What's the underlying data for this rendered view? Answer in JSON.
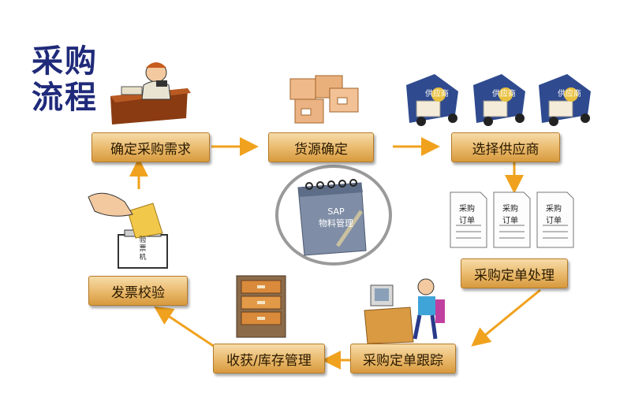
{
  "title": {
    "line1": "采购",
    "line2": "流程"
  },
  "steps": {
    "requirement": "确定采购需求",
    "source": "货源确定",
    "vendor": "选择供应商",
    "order_process": "采购定单处理",
    "order_track": "采购定单跟踪",
    "receive": "收获/库存管理",
    "invoice": "发票校验"
  },
  "center": {
    "line1": "SAP",
    "line2": "物料管理"
  },
  "truck_label": "供应商",
  "doc": {
    "line1": "采购",
    "line2": "订单"
  },
  "invoice_machine": {
    "line1": "验",
    "line2": "票",
    "line3": "机"
  },
  "colors": {
    "arrow": "#f0a21e",
    "title": "#1f2a7a",
    "box_top": "#f6dca9",
    "box_bottom": "#d79a3e"
  }
}
